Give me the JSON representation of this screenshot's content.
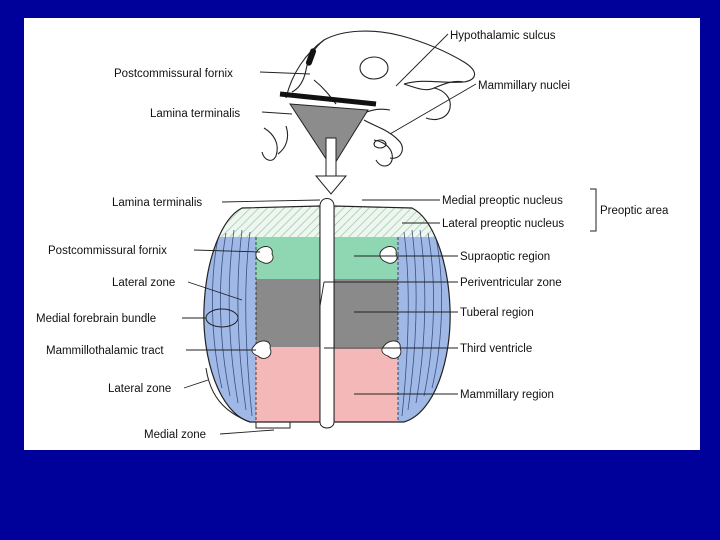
{
  "colors": {
    "slide_background": "#00009a",
    "panel": "#ffffff",
    "lateral_zone": "#9fb8e6",
    "supraoptic_region": "#8fd6b3",
    "tuberal_region": "#8a8a8a",
    "mammillary_region": "#f4b8b8",
    "preoptic_hatch": "#9cc4a8"
  },
  "labels": {
    "hypothalamic_sulcus": "Hypothalamic sulcus",
    "postcommissural_fornix_top": "Postcommissural fornix",
    "mammillary_nuclei": "Mammillary nuclei",
    "lamina_terminalis_top": "Lamina terminalis",
    "lamina_terminalis": "Lamina terminalis",
    "postcommissural_fornix": "Postcommissural fornix",
    "lateral_zone": "Lateral zone",
    "medial_forebrain_bundle": "Medial forebrain bundle",
    "mammillothalamic_tract": "Mammillothalamic tract",
    "lateral_zone_lower": "Lateral zone",
    "medial_zone": "Medial zone",
    "medial_preoptic_nucleus": "Medial preoptic nucleus",
    "lateral_preoptic_nucleus": "Lateral preoptic nucleus",
    "preoptic_area": "Preoptic area",
    "supraoptic_region": "Supraoptic region",
    "periventricular_zone": "Periventricular zone",
    "tuberal_region": "Tuberal region",
    "third_ventricle": "Third ventricle",
    "mammillary_region": "Mammillary region"
  }
}
